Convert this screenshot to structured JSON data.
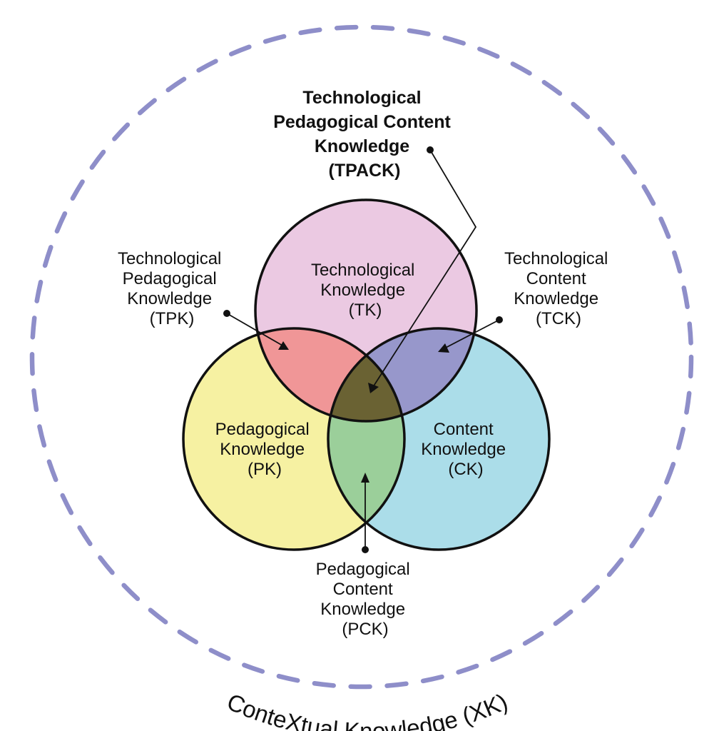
{
  "diagram": {
    "context": {
      "label": "ConteXtual Knowledge (XK)",
      "color": "#8e8ec9"
    },
    "circles": {
      "tk": {
        "lines": [
          "Technological",
          "Knowledge",
          "(TK)"
        ],
        "color": "#ebc9e2"
      },
      "pk": {
        "lines": [
          "Pedagogical",
          "Knowledge",
          "(PK)"
        ],
        "color": "#f6f1a2"
      },
      "ck": {
        "lines": [
          "Content",
          "Knowledge",
          "(CK)"
        ],
        "color": "#abdde9"
      }
    },
    "intersections": {
      "tpk": {
        "lines": [
          "Technological",
          "Pedagogical",
          "Knowledge",
          "(TPK)"
        ],
        "color": "#f09697"
      },
      "tck": {
        "lines": [
          "Technological",
          "Content",
          "Knowledge",
          "(TCK)"
        ],
        "color": "#9797cb"
      },
      "pck": {
        "lines": [
          "Pedagogical",
          "Content",
          "Knowledge",
          "(PCK)"
        ],
        "color": "#9bcf9a"
      },
      "tpack": {
        "lines": [
          "Technological",
          "Pedagogical Content",
          "Knowledge",
          "(TPACK)"
        ],
        "color": "#6a6233"
      }
    }
  }
}
